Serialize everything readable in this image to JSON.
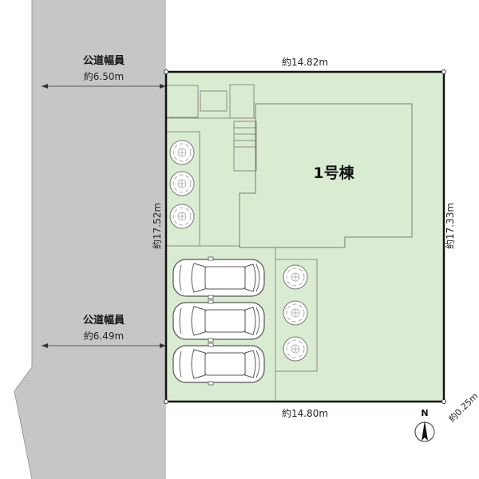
{
  "road_top": {
    "title": "公道幅員",
    "width": "約6.50m"
  },
  "road_bottom": {
    "title": "公道幅員",
    "width": "約6.49m"
  },
  "building": {
    "label": "1号棟"
  },
  "dimensions": {
    "top": "約14.82m",
    "bottom": "約14.80m",
    "left": "約17.52m",
    "right": "約17.33m",
    "corner": "約0.25m"
  },
  "compass": {
    "north": "N"
  },
  "colors": {
    "lot_fill": "#d9ecd1",
    "road_fill": "#c6c6c6",
    "boundary": "#111111",
    "line": "#8a8a8a"
  },
  "icons": {
    "tree": "tree-icon",
    "car": "car-icon",
    "compass": "north-arrow-icon"
  }
}
